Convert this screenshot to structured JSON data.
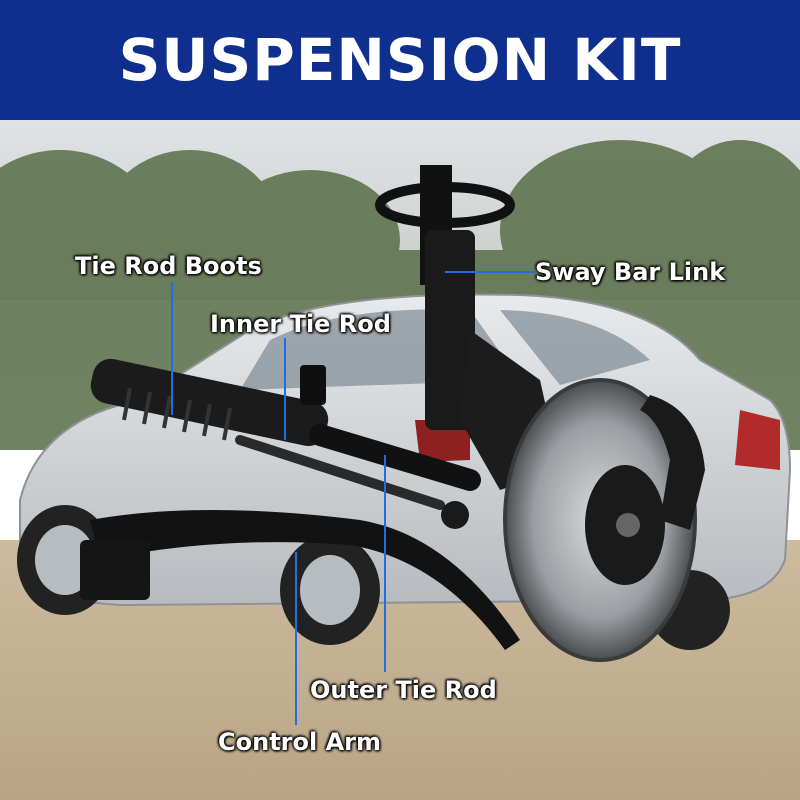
{
  "header": {
    "title": "SUSPENSION KIT",
    "background": "#0f2f8f"
  },
  "labels": {
    "tie_rod_boots": "Tie Rod Boots",
    "inner_tie_rod": "Inner Tie Rod",
    "sway_bar_link": "Sway Bar Link",
    "outer_tie_rod": "Outer Tie Rod",
    "control_arm": "Control Arm"
  },
  "colors": {
    "leader_line": "#1f6fe0",
    "label_text": "#ffffff"
  }
}
